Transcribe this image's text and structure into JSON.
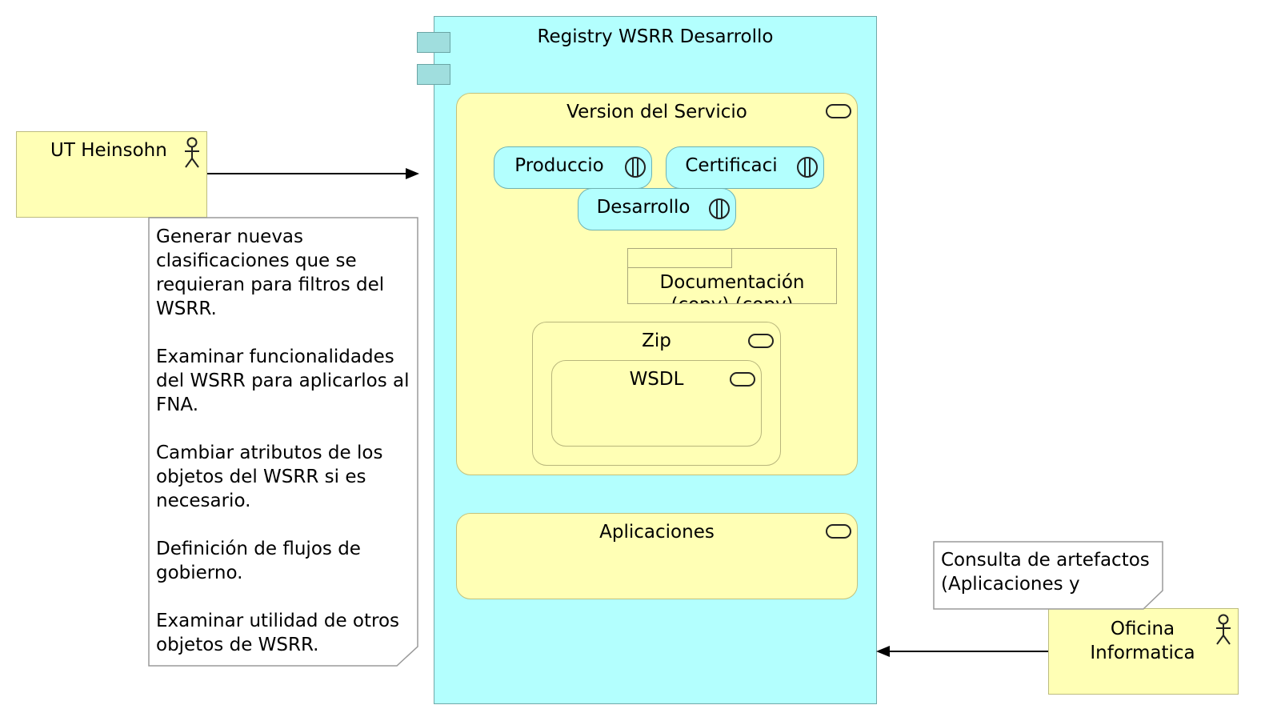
{
  "registry": {
    "label": "Registry WSRR Desarrollo"
  },
  "version": {
    "label": "Version del Servicio",
    "interfaces": [
      {
        "label": "Produccio"
      },
      {
        "label": "Certificaci"
      },
      {
        "label": "Desarrollo"
      }
    ]
  },
  "documentation": {
    "label": "Documentación\n(copy) (copy)"
  },
  "zip": {
    "label": "Zip"
  },
  "wsdl": {
    "label": "WSDL"
  },
  "aplicaciones": {
    "label": "Aplicaciones"
  },
  "actors": {
    "ut": {
      "label": "UT Heinsohn"
    },
    "oficina": {
      "label": "Oficina\nInformatica"
    }
  },
  "notes": {
    "left": "Generar nuevas\nclasificaciones que se\nrequieran para filtros del\nWSRR.\n\nExaminar funcionalidades\ndel WSRR para aplicarlos al\nFNA.\n\nCambiar atributos de los\nobjetos del WSRR si es\nnecesario.\n\nDefinición de flujos de\ngobierno.\n\nExaminar utilidad de otros\nobjetos de WSRR.",
    "right": "Consulta de artefactos\n(Aplicaciones y"
  },
  "colors": {
    "component_fill": "#b3fffe",
    "business_fill": "#ffffb5",
    "line": "#000000"
  }
}
